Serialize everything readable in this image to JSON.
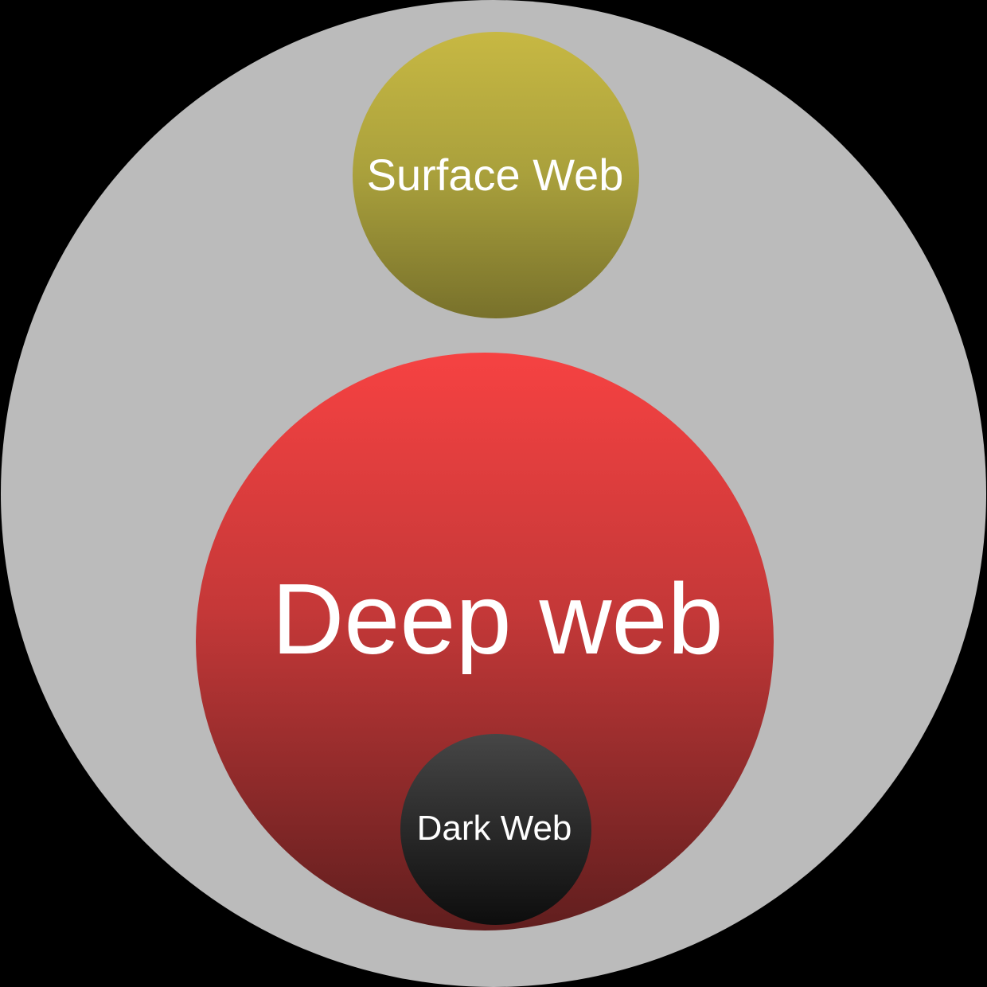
{
  "diagram": {
    "type": "nested-circles-venn",
    "background_color": "#000000",
    "label_color": "#ffffff",
    "outer_circle": {
      "fill": "#bbbbbb"
    },
    "circles": [
      {
        "label": "Surface Web",
        "contained_in": "outer grey circle",
        "colors": {
          "top": "#c7b843",
          "mid": "#a9a03c",
          "bottom": "#78712b"
        }
      },
      {
        "label": "Deep web",
        "contained_in": "outer grey circle",
        "colors": {
          "top": "#f64242",
          "mid": "#c43838",
          "bottom": "#601e1e"
        }
      },
      {
        "label": "Dark Web",
        "contained_in": "Deep web circle",
        "colors": {
          "top": "#464646",
          "bottom": "#0d0d0d"
        }
      }
    ]
  }
}
